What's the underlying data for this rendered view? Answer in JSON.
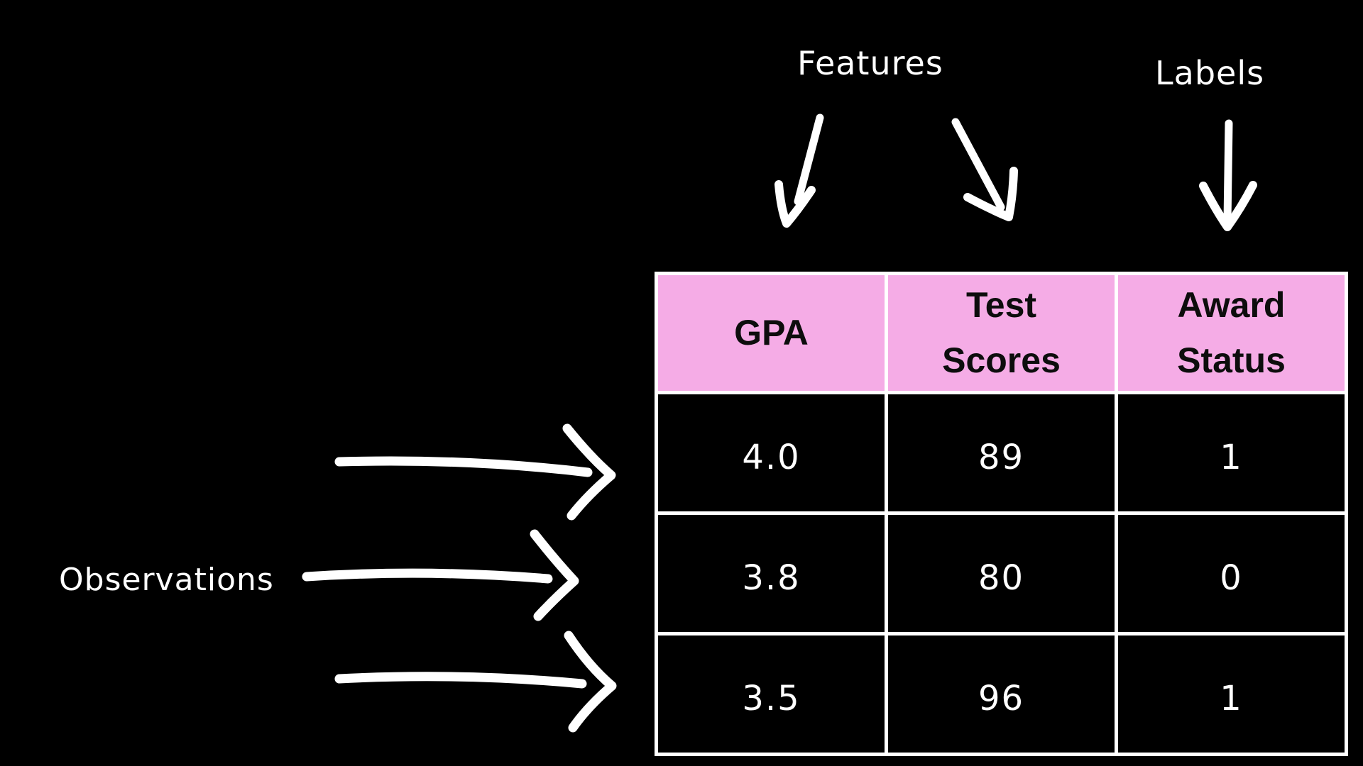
{
  "annotations": {
    "features_label": "Features",
    "labels_label": "Labels",
    "observations_label": "Observations"
  },
  "table": {
    "headers": [
      "GPA",
      "Test Scores",
      "Award Status"
    ],
    "rows": [
      [
        "4.0",
        "89",
        "1"
      ],
      [
        "3.8",
        "80",
        "0"
      ],
      [
        "3.5",
        "96",
        "1"
      ]
    ]
  },
  "colors": {
    "background": "#000000",
    "table_header_fill": "#F5ACE6",
    "table_header_text": "#0D0D0D",
    "table_cell_fill": "#000000",
    "table_cell_text": "#FFFFFF",
    "table_border": "#FFFFFF",
    "arrow": "#FFFFFF",
    "annotation_text": "#FFFFFF"
  },
  "icons": {
    "features_arrow_left": "hand-drawn arrow pointing down-left to GPA column",
    "features_arrow_right": "hand-drawn arrow pointing down-right to Test Scores column",
    "labels_arrow": "hand-drawn arrow pointing down to Award Status column",
    "observation_arrow_1": "hand-drawn arrow pointing right to table row 1",
    "observation_arrow_2": "hand-drawn arrow pointing right to table row 2",
    "observation_arrow_3": "hand-drawn arrow pointing right to table row 3"
  }
}
